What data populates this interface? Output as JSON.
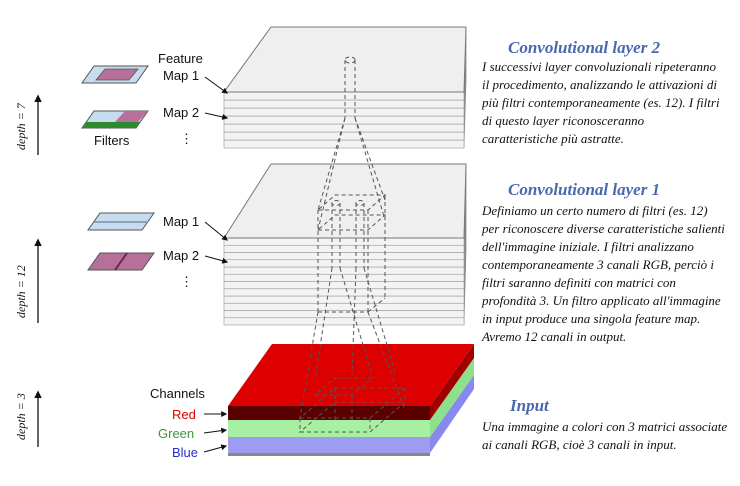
{
  "sections": {
    "conv2": {
      "title": "Convolutional layer 2",
      "body": "I successivi layer convoluzionali ripeteranno il procedimento, analizzando le attivazioni di più filtri contemporaneamente (es. 12). I filtri di questo layer riconosceranno caratteristiche più astratte."
    },
    "conv1": {
      "title": "Convolutional layer 1",
      "body": "Definiamo un certo numero di filtri (es. 12) per riconoscere diverse caratteristiche salienti dell'immagine iniziale. I filtri analizzano contemporaneamente 3 canali RGB, perciò i filtri saranno definiti con matrici con profondità 3. Un filtro applicato all'immagine in input produce una singola feature map. Avremo 12 canali in output."
    },
    "input": {
      "title": "Input",
      "body": "Una immagine a colori con 3 matrici associate ai canali RGB, cioè 3 canali in input."
    }
  },
  "labels": {
    "feature_map_1_line1": "Feature",
    "feature_map_1_line2": "Map 1",
    "map_2_top": "Map 2",
    "filters": "Filters",
    "map_1": "Map 1",
    "map_2": "Map 2",
    "channels": "Channels",
    "red": "Red",
    "green": "Green",
    "blue": "Blue",
    "ellipsis": "⋮"
  },
  "depths": {
    "top": "depth = 7",
    "middle": "depth = 12",
    "bottom": "depth = 3"
  },
  "colors": {
    "title": "#4a68ad",
    "red_channel": "#dd0000",
    "green_channel": "#9ee89a",
    "blue_channel": "#9c9cf0",
    "filter_pink": "#b7709a",
    "filter_blue": "#c8dcf0",
    "filter_green": "#2f8a2f"
  }
}
